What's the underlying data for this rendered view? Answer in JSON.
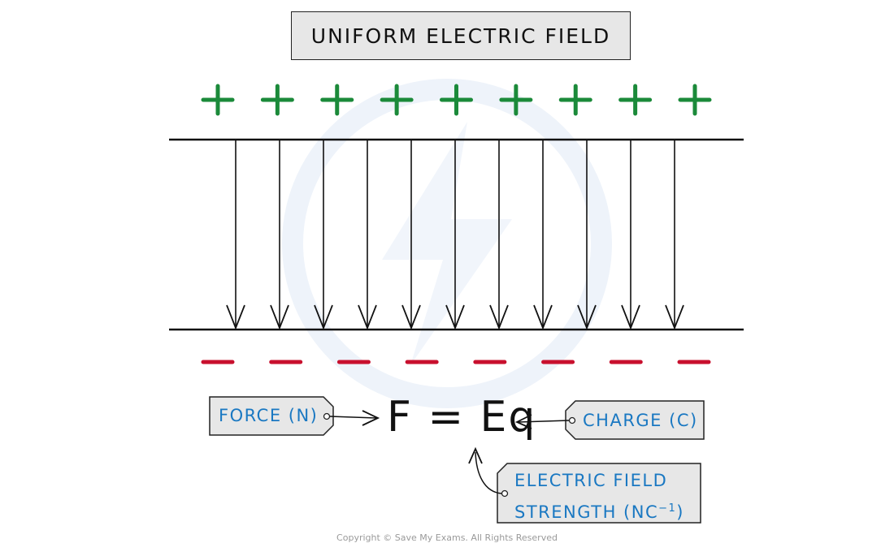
{
  "title": "UNIFORM ELECTRIC FIELD",
  "positive_plate": {
    "symbol": "+",
    "count": 9,
    "color": "#1b8a3a"
  },
  "negative_plate": {
    "symbol": "−",
    "count": 8,
    "color": "#c8102e"
  },
  "field_lines": {
    "count": 11
  },
  "equation": "F = Eq",
  "labels": {
    "force": "FORCE (N)",
    "charge": "CHARGE (C)",
    "field_line1": "ELECTRIC FIELD",
    "field_line2_prefix": "STRENGTH (NC",
    "field_line2_sup": "−1",
    "field_line2_suffix": ")"
  },
  "colors": {
    "label_text": "#1a78c2",
    "tag_fill": "#e7e7e7",
    "watermark": "#eef3fa"
  },
  "copyright": "Copyright © Save My Exams. All Rights Reserved"
}
